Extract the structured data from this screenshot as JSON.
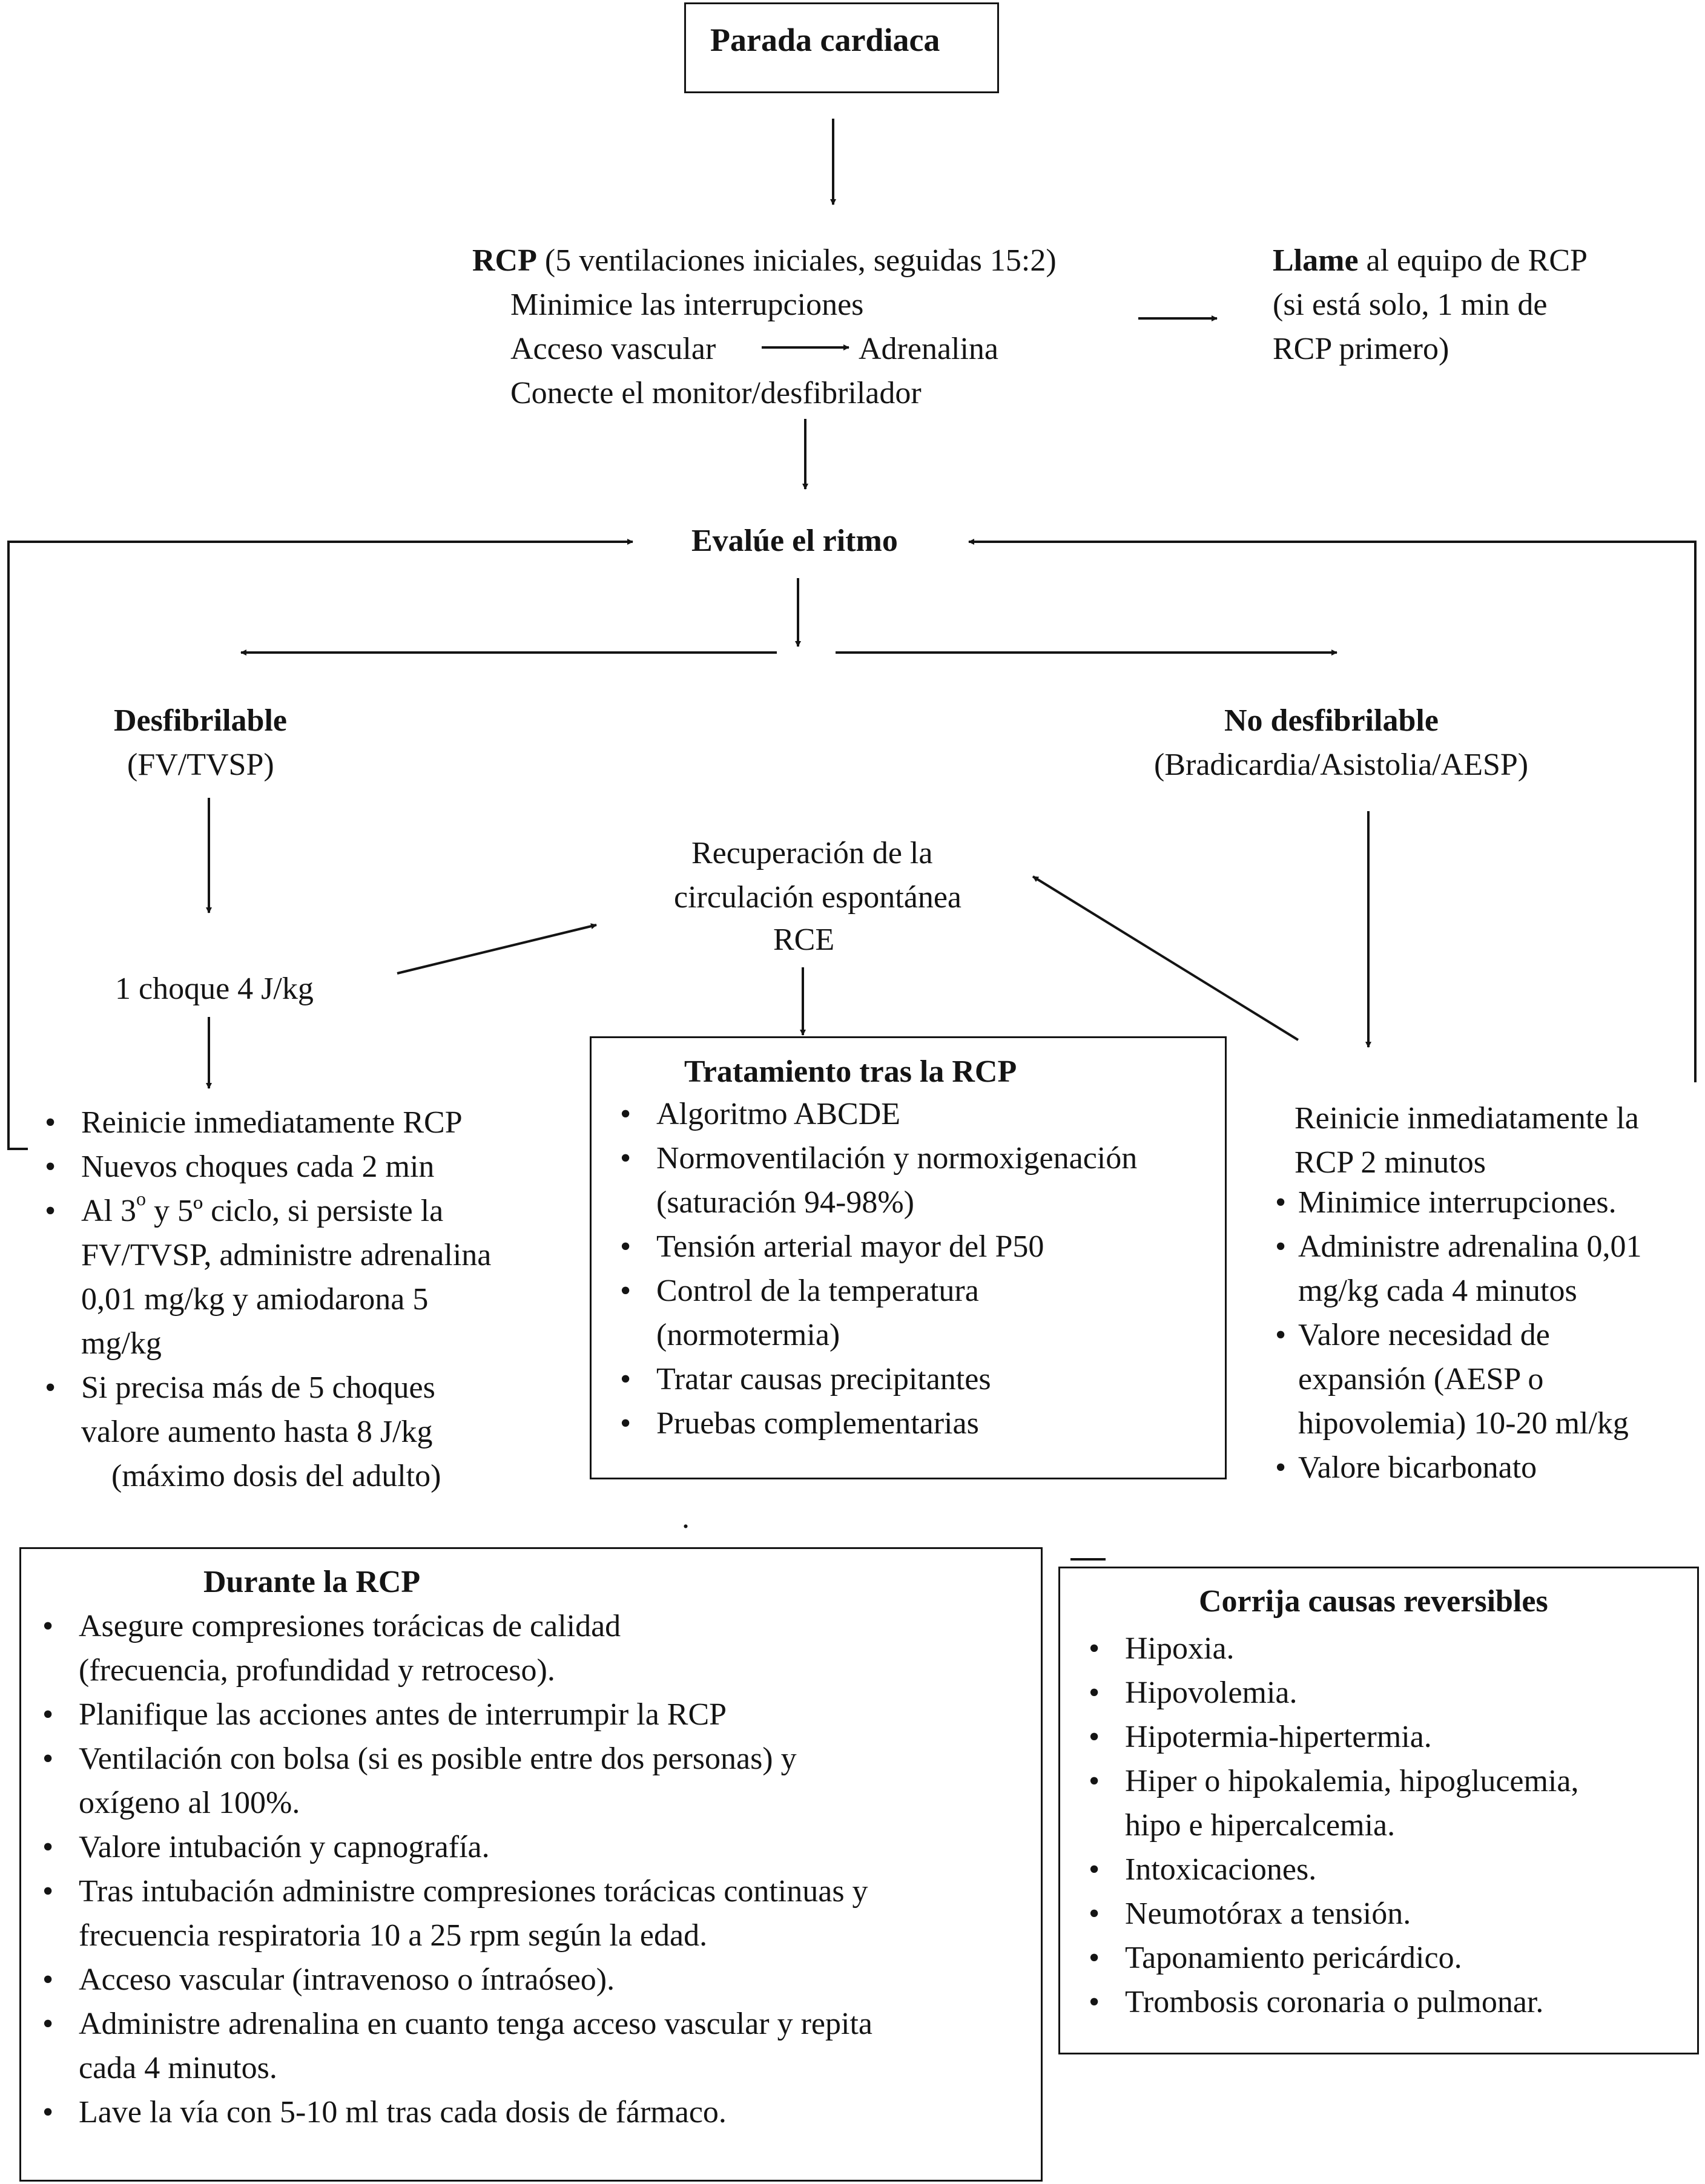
{
  "start": {
    "title": "Parada cardiaca"
  },
  "rcp": {
    "label": "RCP",
    "rest": " (5 ventilaciones iniciales, seguidas 15:2)",
    "line1": "Minimice las interrupciones",
    "line2a": "Acceso vascular",
    "line2b": "Adrenalina",
    "line3": "Conecte el monitor/desfibrilador"
  },
  "call": {
    "label": "Llame",
    "rest": " al equipo de RCP",
    "line1": "(si está solo, 1 min de",
    "line2": "RCP primero)"
  },
  "evaluate": {
    "title": "Evalúe el ritmo"
  },
  "shockable": {
    "title": "Desfibrilable",
    "subtitle": "(FV/TVSP)"
  },
  "nonshockable": {
    "title": "No desfibrilable",
    "subtitle": "(Bradicardia/Asistolia/AESP)"
  },
  "rosc": {
    "line1": "Recuperación de la",
    "line2": "circulación espontánea",
    "line3": "RCE"
  },
  "shock": {
    "label": "1 choque 4 J/kg"
  },
  "shock_steps": {
    "item1": "Reinicie inmediatamente RCP",
    "item2": "Nuevos choques cada 2 min",
    "item3_a": "Al 3",
    "item3_sup1": "o",
    "item3_b": " y 5º ciclo, si persiste la",
    "item3_l2": "FV/TVSP, administre adrenalina",
    "item3_l3": "0,01 mg/kg y amiodarona 5",
    "item3_l4": "mg/kg",
    "item4_l1": "Si precisa más de 5 choques",
    "item4_l2": "valore aumento hasta 8 J/kg",
    "item4_l3": "(máximo dosis del adulto)"
  },
  "post": {
    "title": "Tratamiento tras la RCP",
    "item1": "Algoritmo ABCDE",
    "item2_l1": "Normoventilación y normoxigenación",
    "item2_l2": "(saturación 94-98%)",
    "item3": "Tensión arterial mayor del P50",
    "item4_l1": "Control de la temperatura",
    "item4_l2": "(normotermia)",
    "item5": "Tratar causas precipitantes",
    "item6": "Pruebas complementarias"
  },
  "nonshock_steps": {
    "intro_l1": "Reinicie inmediatamente la",
    "intro_l2": "RCP 2 minutos",
    "item1": "Minimice interrupciones.",
    "item2_l1": "Administre adrenalina 0,01",
    "item2_l2": "mg/kg cada 4 minutos",
    "item3_l1": " Valore necesidad de",
    "item3_l2": "expansión (AESP o",
    "item3_l3": "hipovolemia) 10-20 ml/kg",
    "item4": " Valore bicarbonato"
  },
  "dot": ".",
  "during": {
    "title": "Durante la RCP",
    "item1_l1": "Asegure compresiones torácicas de calidad",
    "item1_l2": "(frecuencia, profundidad y retroceso).",
    "item2": "Planifique las acciones antes de interrumpir la RCP",
    "item3_l1": "Ventilación con bolsa (si es posible entre dos personas) y",
    "item3_l2": "oxígeno al 100%.",
    "item4": "Valore intubación y capnografía.",
    "item5_l1": "Tras intubación administre compresiones torácicas continuas y",
    "item5_l2": "frecuencia respiratoria 10 a 25 rpm según la edad.",
    "item6": "Acceso vascular (intravenoso o íntraóseo).",
    "item7_l1": "Administre adrenalina en cuanto tenga acceso vascular y repita",
    "item7_l2": "cada 4 minutos.",
    "item8": "Lave la vía con 5-10 ml tras cada dosis de fármaco."
  },
  "causes": {
    "title": "Corrija causas reversibles",
    "item1": "Hipoxia.",
    "item2": "Hipovolemia.",
    "item3": "Hipotermia-hipertermia.",
    "item4_l1": "Hiper o hipokalemia, hipoglucemia,",
    "item4_l2": "hipo e hipercalcemia.",
    "item5": "Intoxicaciones.",
    "item6": "Neumotórax a tensión.",
    "item7": "Taponamiento pericárdico.",
    "item8": "Trombosis coronaria o pulmonar."
  }
}
